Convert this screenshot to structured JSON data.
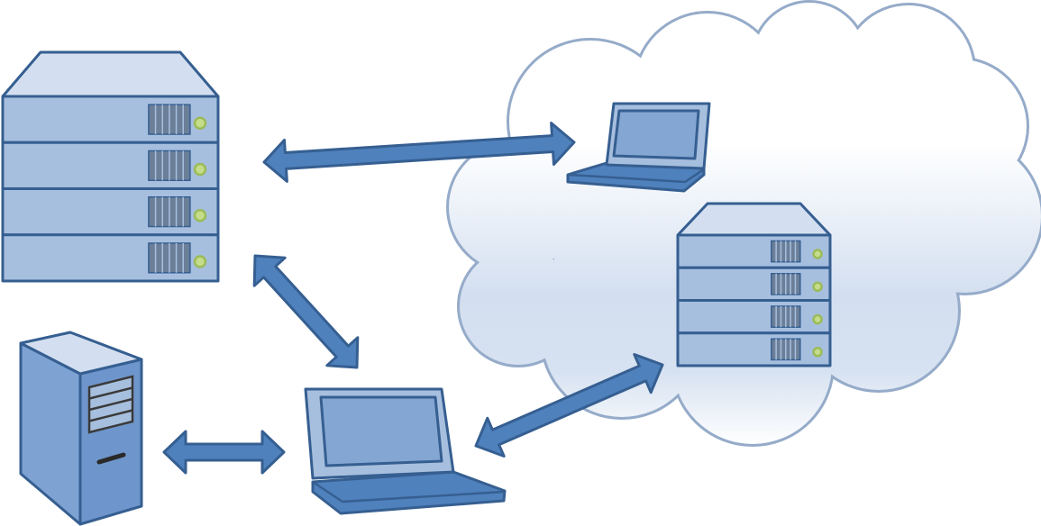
{
  "diagram": {
    "nodes": [
      {
        "id": "rack-server",
        "icon": "rack-server-icon"
      },
      {
        "id": "tower-pc",
        "icon": "tower-computer-icon"
      },
      {
        "id": "local-laptop",
        "icon": "laptop-icon"
      },
      {
        "id": "cloud",
        "icon": "cloud-icon"
      },
      {
        "id": "cloud-laptop",
        "icon": "laptop-icon"
      },
      {
        "id": "cloud-server",
        "icon": "rack-server-icon"
      }
    ],
    "edges": [
      {
        "from": "rack-server",
        "to": "cloud-laptop",
        "style": "double-arrow"
      },
      {
        "from": "rack-server",
        "to": "local-laptop",
        "style": "double-arrow"
      },
      {
        "from": "tower-pc",
        "to": "local-laptop",
        "style": "double-arrow"
      },
      {
        "from": "local-laptop",
        "to": "cloud-server",
        "style": "double-arrow"
      }
    ]
  },
  "colors": {
    "outline": "#365f91",
    "device_fill": "#a7bfde",
    "device_light": "#d3dff0",
    "screen": "#84a6d3",
    "arrow_fill": "#4f81bd",
    "cloud_stroke": "#95abc9",
    "cloud_gradient_end": "#d3dff0",
    "led": "#9bbb59",
    "vent": "#6b7f99"
  }
}
